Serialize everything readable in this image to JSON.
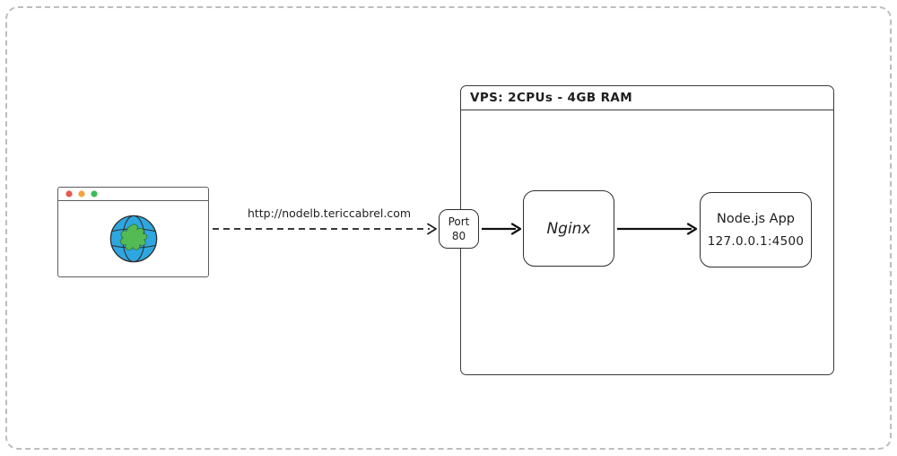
{
  "client": {
    "url_label": "http://nodelb.tericcabrel.com"
  },
  "port": {
    "line1": "Port",
    "line2": "80"
  },
  "vps": {
    "title": "VPS: 2CPUs - 4GB RAM"
  },
  "nginx": {
    "label": "Nginx"
  },
  "node_app": {
    "title": "Node.js App",
    "address": "127.0.0.1:4500"
  },
  "colors": {
    "stroke": "#1e1e1e",
    "outer_dash": "#bdbdbd",
    "globe_ocean": "#2ea7e0",
    "globe_land": "#54bb54",
    "dot_red": "#e8594f",
    "dot_yellow": "#f2a63b",
    "dot_green": "#3dbb54"
  }
}
